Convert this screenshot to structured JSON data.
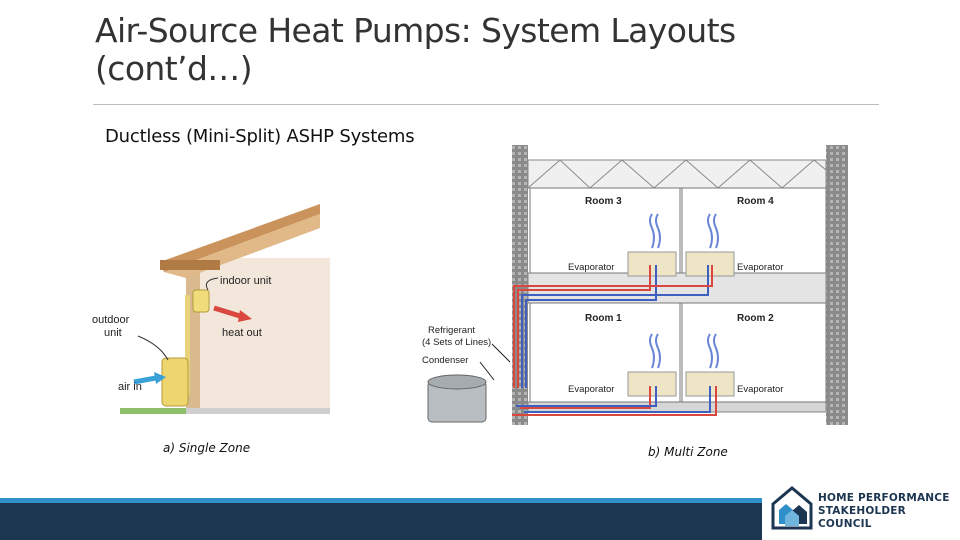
{
  "slide": {
    "title_line1": "Air-Source Heat Pumps: System Layouts",
    "title_line2": "(cont’d…)",
    "subtitle": "Ductless (Mini-Split) ASHP Systems"
  },
  "figure_single": {
    "labels": {
      "indoor_unit": "indoor unit",
      "outdoor_unit_1": "outdoor",
      "outdoor_unit_2": "unit",
      "heat_out": "heat out",
      "air_in": "air in"
    },
    "caption": "a) Single Zone"
  },
  "figure_multi": {
    "rooms": [
      "Room 3",
      "Room 4",
      "Room 1",
      "Room 2"
    ],
    "evaporator": "Evaporator",
    "refrigerant_1": "Refrigerant",
    "refrigerant_2": "(4 Sets of Lines)",
    "condenser": "Condenser",
    "caption": "b) Multi Zone"
  },
  "logo": {
    "line1": "HOME PERFORMANCE",
    "line2": "STAKEHOLDER COUNCIL"
  },
  "colors": {
    "navy": "#1c3550",
    "accent_blue": "#2f8fc9",
    "refrigerant_red": "#d9473f",
    "refrigerant_blue": "#3f5fc0"
  }
}
